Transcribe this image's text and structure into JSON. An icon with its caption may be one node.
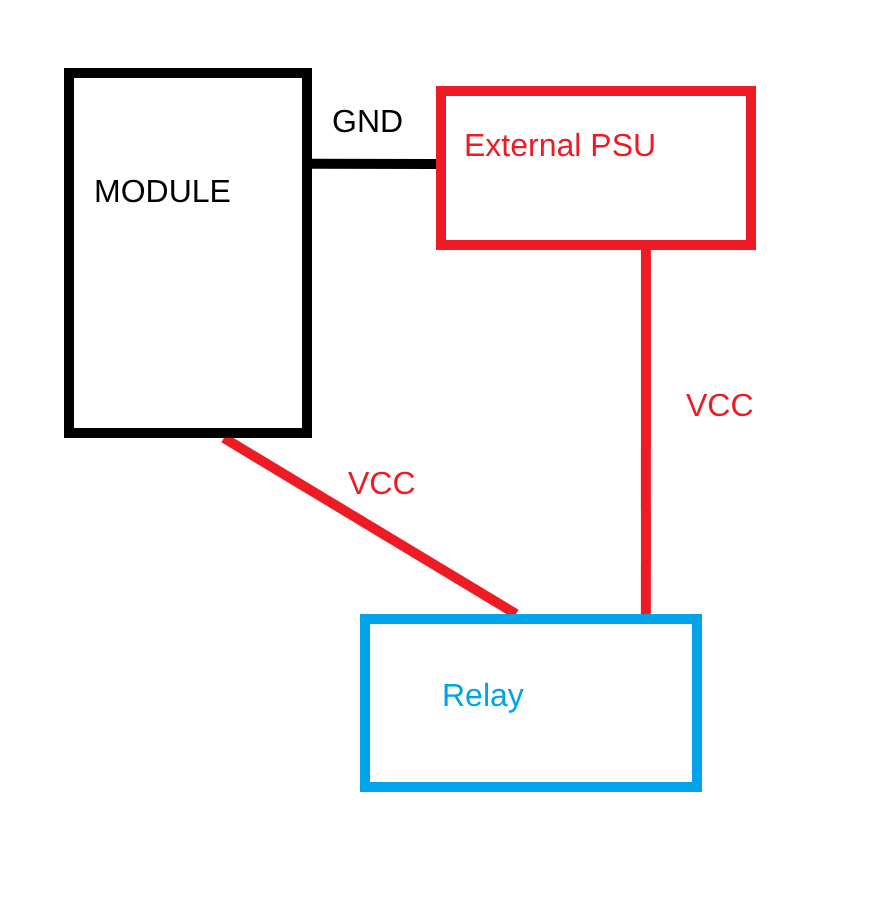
{
  "diagram": {
    "nodes": [
      {
        "text": [
          "MODULE"
        ]
      },
      {
        "text": [
          "External PSU"
        ]
      },
      {
        "text": [
          "Relay"
        ]
      }
    ],
    "edges": [
      {
        "from": 0,
        "to": 1,
        "arrow": "none",
        "label": "GND",
        "color": "#000000"
      },
      {
        "from": 0,
        "to": 2,
        "arrow": "none",
        "label": "VCC"
      },
      {
        "from": 1,
        "to": 2,
        "arrow": "none",
        "label": "VCC"
      }
    ]
  }
}
